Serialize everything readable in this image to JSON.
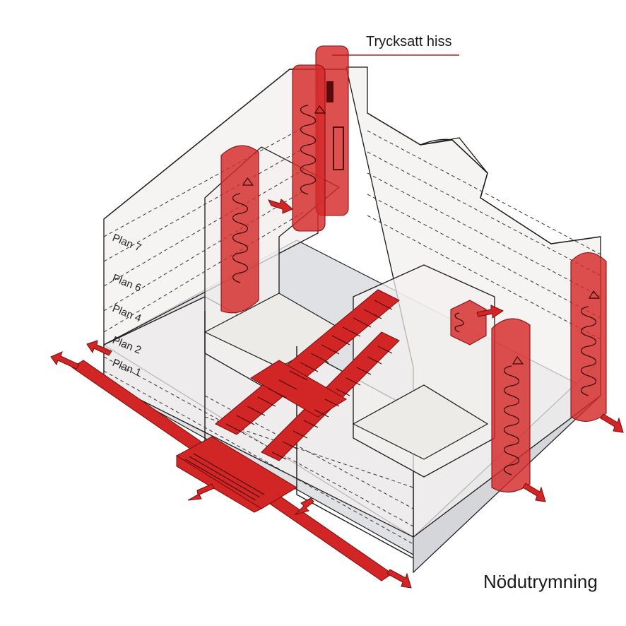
{
  "labels": {
    "elevator_callout": "Trycksatt hiss",
    "caption": "Nödutrymning"
  },
  "floor_labels": [
    "Plan 7",
    "Plan 6",
    "Plan 4",
    "Plan 2",
    "Plan 1"
  ],
  "colors": {
    "escape_red": "#d62a2a",
    "wall": "#f3f0ee",
    "floor": "#e0e1e4",
    "outline": "#1a1a1a"
  }
}
